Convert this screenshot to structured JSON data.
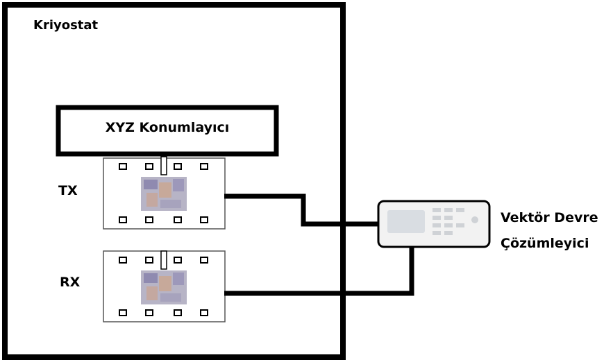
{
  "labels": {
    "cryostat": "Kriyostat",
    "positioner": "XYZ Konumlayıcı",
    "tx": "TX",
    "rx": "RX",
    "vna_line1": "Vektör Devre",
    "vna_line2": "Çözümleyici"
  },
  "icons": [
    "tx-antenna-board-icon",
    "rx-antenna-board-icon",
    "vector-network-analyzer-icon"
  ],
  "colors": {
    "stroke": "#000000",
    "background": "#ffffff",
    "vna_body": "#f2f2f2",
    "vna_screen": "#d9dde2",
    "chip": "#8f8ab0"
  }
}
